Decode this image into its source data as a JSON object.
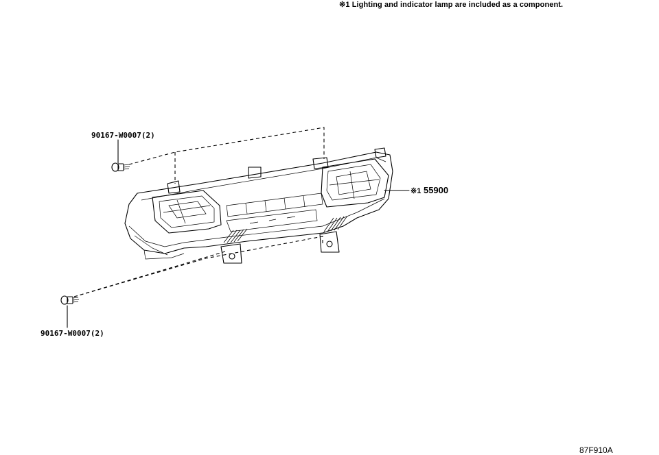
{
  "header_note": "※1 Lighting and indicator lamp are included as a component.",
  "callouts": {
    "screw_top": "90167-W0007(2)",
    "screw_bottom": "90167-W0007(2)",
    "main_part_marker": "※1",
    "main_part_number": "55900"
  },
  "figure_code": "87F910A"
}
